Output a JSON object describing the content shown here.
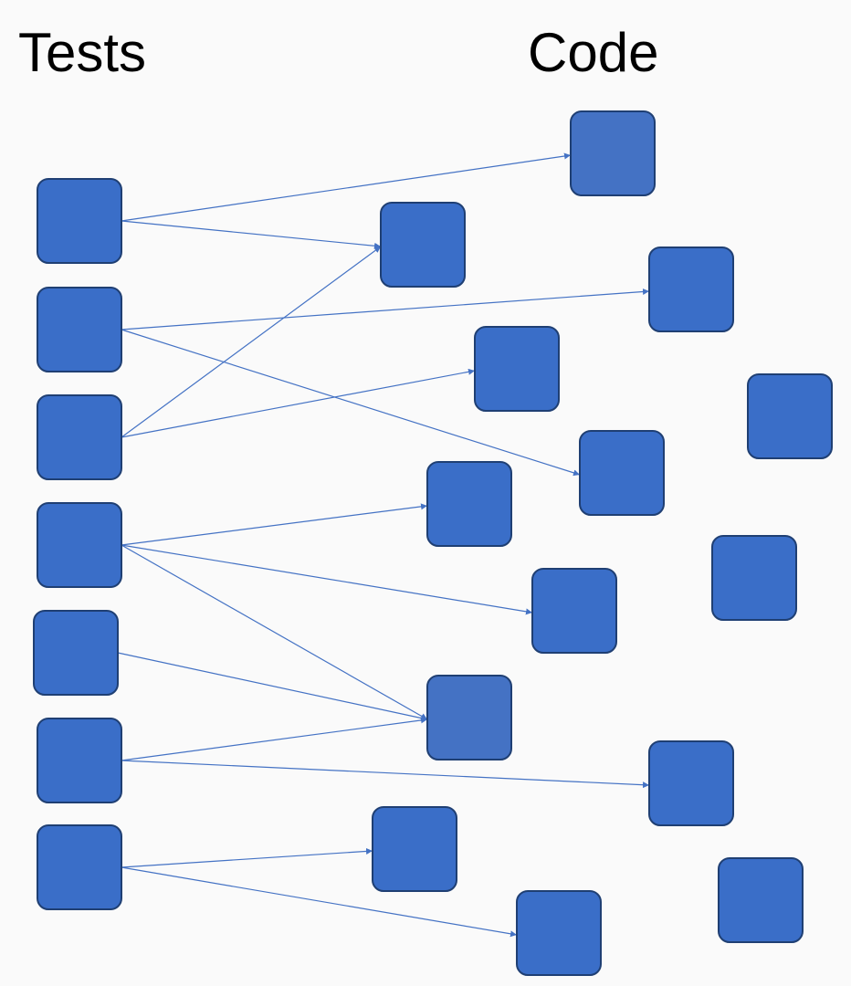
{
  "headings": {
    "tests": "Tests",
    "code": "Code"
  },
  "colors": {
    "node_fill": "#3A6EC8",
    "node_fill_alt": "#4472C4",
    "node_stroke": "#1F3F73",
    "edge": "#4472C4",
    "background": "#FAFAFA"
  },
  "tests": [
    {
      "id": "t1"
    },
    {
      "id": "t2"
    },
    {
      "id": "t3"
    },
    {
      "id": "t4"
    },
    {
      "id": "t5"
    },
    {
      "id": "t6"
    },
    {
      "id": "t7"
    }
  ],
  "code": [
    {
      "id": "c1",
      "alt": true
    },
    {
      "id": "c2"
    },
    {
      "id": "c3"
    },
    {
      "id": "c4"
    },
    {
      "id": "c5"
    },
    {
      "id": "c6"
    },
    {
      "id": "c7"
    },
    {
      "id": "c8"
    },
    {
      "id": "c9"
    },
    {
      "id": "c10",
      "alt": true
    },
    {
      "id": "c11"
    },
    {
      "id": "c12"
    },
    {
      "id": "c13"
    },
    {
      "id": "c14"
    }
  ],
  "edges": [
    {
      "from": "t1",
      "to": "c1"
    },
    {
      "from": "t1",
      "to": "c2"
    },
    {
      "from": "t2",
      "to": "c3"
    },
    {
      "from": "t2",
      "to": "c6"
    },
    {
      "from": "t3",
      "to": "c2"
    },
    {
      "from": "t3",
      "to": "c4"
    },
    {
      "from": "t4",
      "to": "c7"
    },
    {
      "from": "t4",
      "to": "c9"
    },
    {
      "from": "t4",
      "to": "c10"
    },
    {
      "from": "t5",
      "to": "c10"
    },
    {
      "from": "t6",
      "to": "c10"
    },
    {
      "from": "t6",
      "to": "c11"
    },
    {
      "from": "t7",
      "to": "c12"
    },
    {
      "from": "t7",
      "to": "c14"
    }
  ]
}
